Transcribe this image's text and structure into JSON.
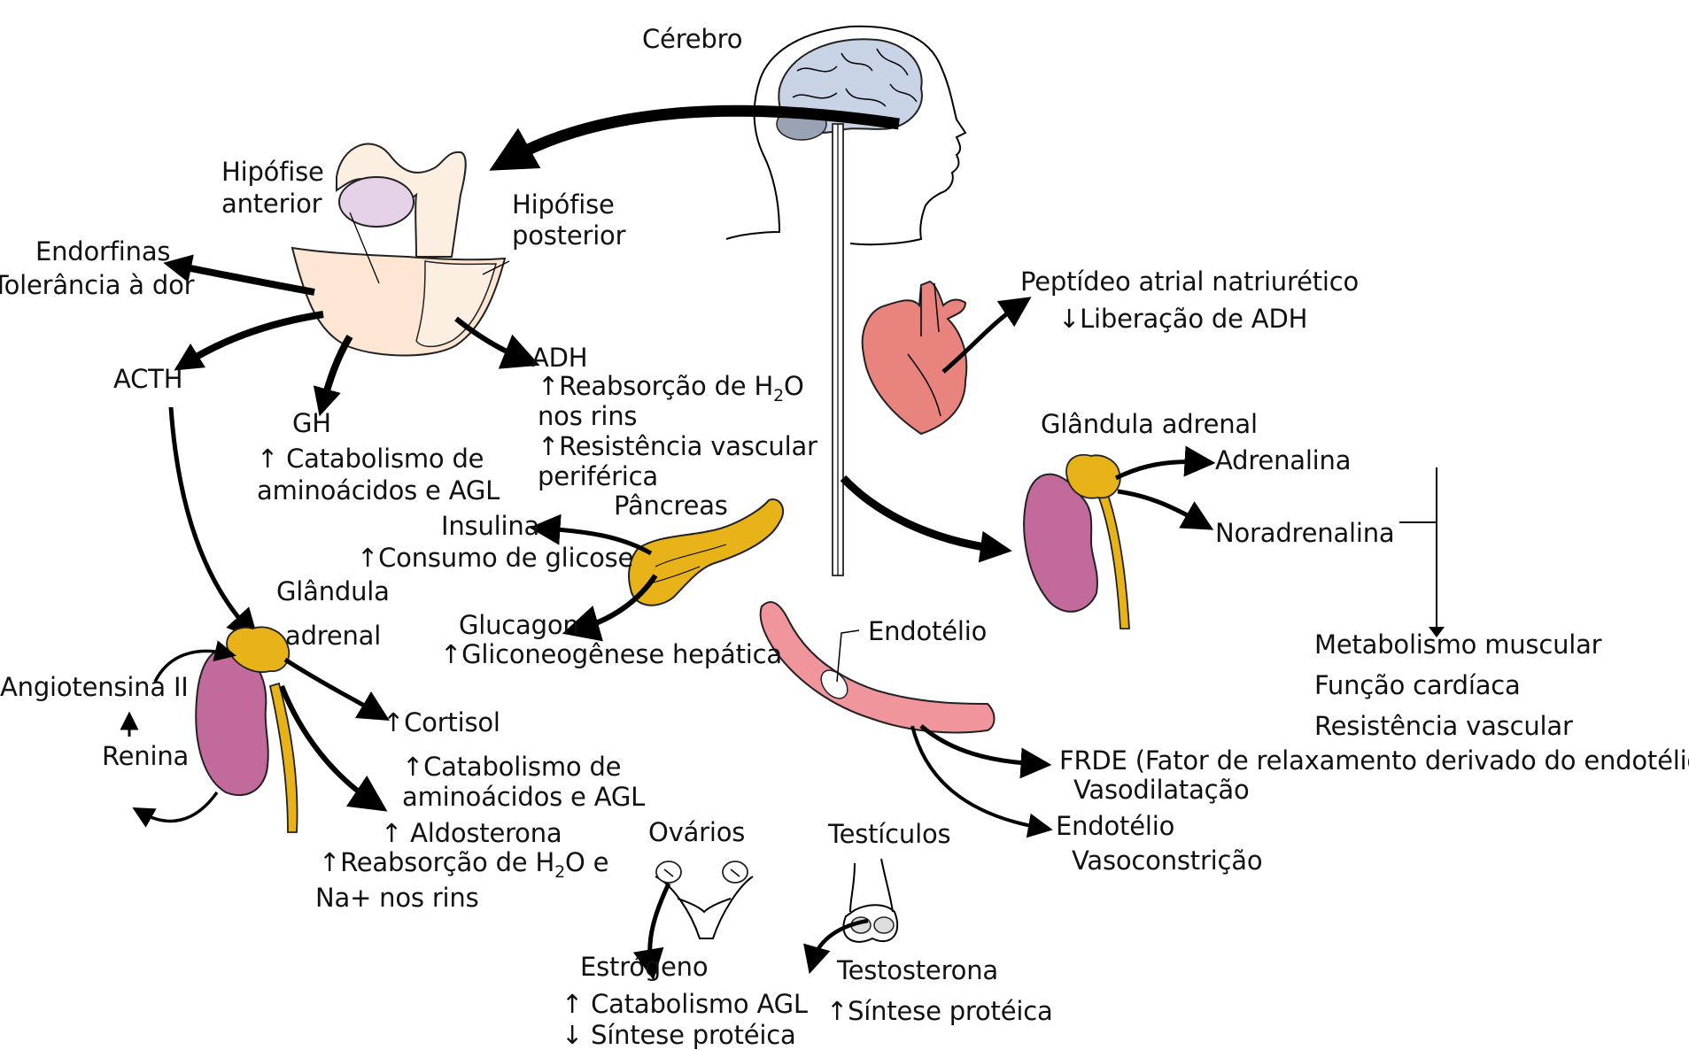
{
  "colors": {
    "brain": "#c9d3e6",
    "pituitary_anterior": "#fde6d3",
    "pituitary_posterior": "#fdeee2",
    "pituitary_lobe": "#e6d2e8",
    "heart": "#e9837d",
    "kidney": "#c36a9c",
    "adrenal_cap": "#e8b318",
    "pancreas": "#e8b318",
    "vessel": "#f0959b",
    "arrow": "#000000"
  },
  "labels": {
    "cerebro": "Cérebro",
    "hipofise_anterior_1": "Hipófise",
    "hipofise_anterior_2": "anterior",
    "hipofise_posterior_1": "Hipófise",
    "hipofise_posterior_2": "posterior",
    "endorfinas": "Endorfinas",
    "tolerancia": "Tolerância à dor",
    "acth": "ACTH",
    "gh": "GH",
    "gh_effect_1": "↑ Catabolismo de",
    "gh_effect_2": "aminoácidos e AGL",
    "adh": "ADH",
    "adh_effect_1a": "↑Reabsorção de H",
    "adh_effect_1sub": "2",
    "adh_effect_1b": "O",
    "adh_effect_2": "nos rins",
    "adh_effect_3": "↑Resistência vascular",
    "adh_effect_4": "periférica",
    "peptideo": "Peptídeo atrial natriurético",
    "liberacao_adh": "↓Liberação de ADH",
    "glandula_adrenal_right": "Glândula adrenal",
    "adrenalina": "Adrenalina",
    "noradrenalina": "Noradrenalina",
    "metabolismo_muscular": "Metabolismo muscular",
    "funcao_cardiaca": "Função cardíaca",
    "resistencia_vascular": "Resistência vascular",
    "pancreas": "Pâncreas",
    "insulina": "Insulina",
    "consumo_glicose": "↑Consumo de glicose",
    "glucagon": "Glucagon",
    "gliconeogenese": "↑Gliconeogênese hepática",
    "glandula_left_1": "Glândula",
    "glandula_left_2": "adrenal",
    "angiotensina": "Angiotensina II",
    "renina": "Renina",
    "cortisol": "↑Cortisol",
    "cortisol_effect_1": "↑Catabolismo de",
    "cortisol_effect_2": "aminoácidos e AGL",
    "aldosterona": "↑ Aldosterona",
    "aldo_effect_1a": "↑Reabsorção de H",
    "aldo_effect_1sub": "2",
    "aldo_effect_1b": "O e",
    "aldo_effect_2": "Na+ nos rins",
    "endotelio_top": "Endotélio",
    "frde": "FRDE (Fator de relaxamento derivado do endotélio)",
    "vasodilatacao": "Vasodilatação",
    "endotelio_bottom": "Endotélio",
    "vasoconstricao": "Vasoconstrição",
    "ovarios": "Ovários",
    "testiculos": "Testículos",
    "estrogeno": "Estrógeno",
    "catabolismo_agl": "↑ Catabolismo AGL",
    "sintese_proteica_down": "↓ Síntese protéica",
    "testosterona": "Testosterona",
    "sintese_proteica_up": "↑Síntese protéica"
  }
}
